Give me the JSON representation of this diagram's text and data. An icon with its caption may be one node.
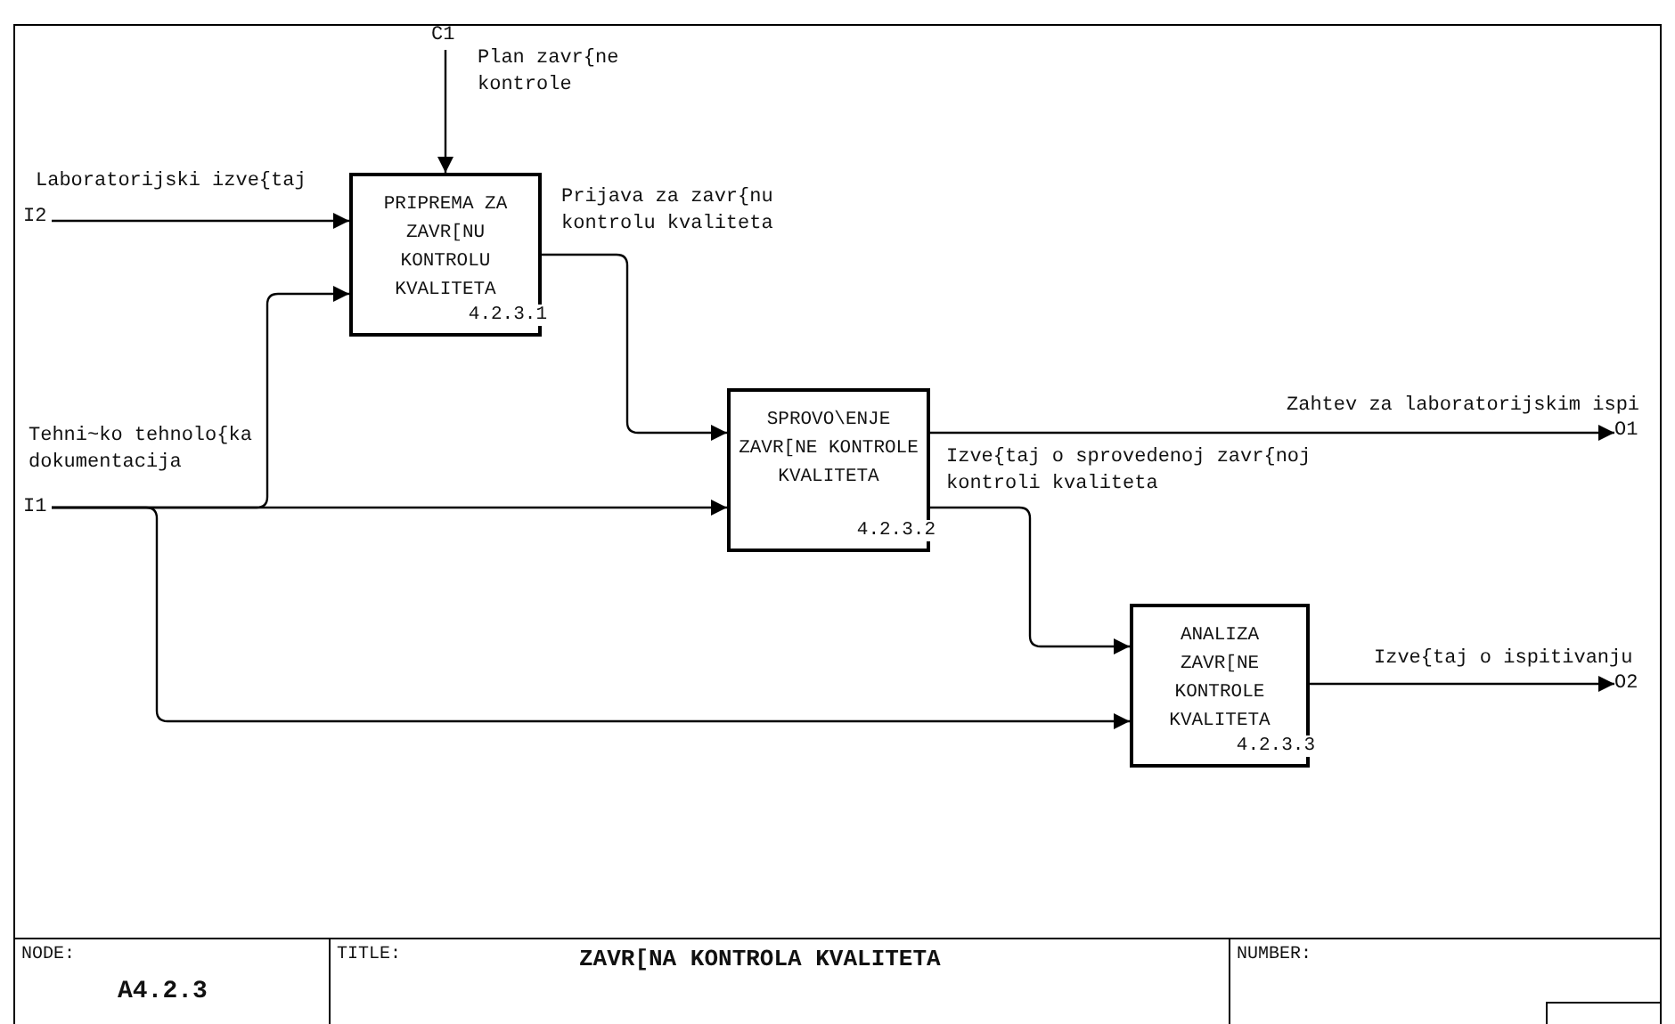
{
  "diagram": {
    "title": "ZAVR[NA KONTROLA KVALITETA",
    "nodes": [
      {
        "text": [
          "I2"
        ]
      },
      {
        "text": [
          "C1"
        ]
      },
      {
        "text": [
          "I1"
        ]
      },
      {
        "text": [
          "PRIPREMA ZA ZAVR[NU KONTROLU KVALITETA",
          "4.2.3.1"
        ]
      },
      {
        "text": [
          "SPROVO\\ENJE ZAVR[NE KONTROLE KVALITETA",
          "4.2.3.2"
        ]
      },
      {
        "text": [
          "ANALIZA ZAVR[NE KONTROLE KVALITETA",
          "4.2.3.3"
        ]
      },
      {
        "text": [
          "O1"
        ]
      },
      {
        "text": [
          "O2"
        ]
      }
    ],
    "edges": [
      {
        "from": 0,
        "to": 3,
        "arrow": "to",
        "label": "Laboratorijski izve{taj"
      },
      {
        "from": 1,
        "to": 3,
        "arrow": "to",
        "label": "Plan zavr{ne kontrole"
      },
      {
        "from": 2,
        "to": 3,
        "arrow": "to",
        "label": "Tehni~ko tehnolo{ka dokumentacija"
      },
      {
        "from": 2,
        "to": 4,
        "arrow": "to"
      },
      {
        "from": 2,
        "to": 5,
        "arrow": "to"
      },
      {
        "from": 3,
        "to": 4,
        "arrow": "to",
        "label": "Prijava za zavr{nu kontrolu kvaliteta"
      },
      {
        "from": 4,
        "to": 6,
        "arrow": "to",
        "label": "Zahtev za laboratorijskim ispi"
      },
      {
        "from": 4,
        "to": 5,
        "arrow": "to",
        "label": "Izve{taj o sprovedenoj zavr{noj kontroli kvaliteta"
      },
      {
        "from": 5,
        "to": 7,
        "arrow": "to",
        "label": "Izve{taj o ispitivanju"
      }
    ],
    "labels": [
      "NODE:",
      "A4.2.3",
      "TITLE:",
      "NUMBER:"
    ]
  }
}
